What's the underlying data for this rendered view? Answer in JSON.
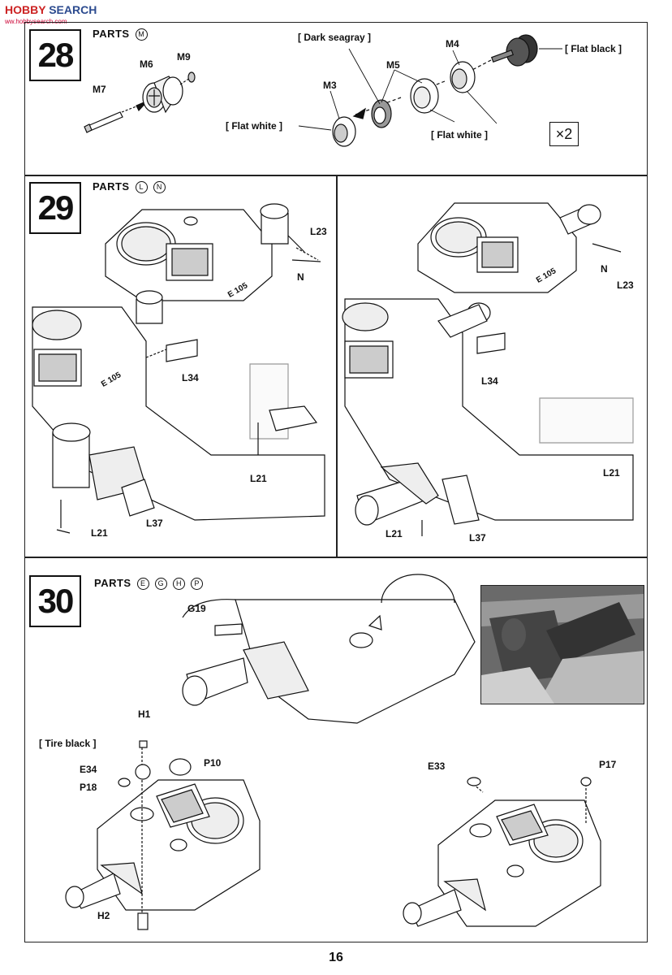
{
  "watermark": {
    "brand": "SEARCH",
    "prefix": "HOBBY",
    "sub": "ww.hobbysearch.com"
  },
  "page_number": "16",
  "steps": [
    {
      "number": "28",
      "parts_label": "PARTS",
      "parts_letters": [
        "M"
      ],
      "labels": {
        "m7": "M7",
        "m6": "M6",
        "m9": "M9",
        "m3": "M3",
        "m5": "M5",
        "m4": "M4",
        "dark_seagray": "[ Dark seagray ]",
        "flat_black": "[ Flat black ]",
        "flat_white_left": "[ Flat white ]",
        "flat_white_right": "[ Flat white ]"
      },
      "multiplier": "×2"
    },
    {
      "number": "29",
      "parts_label": "PARTS",
      "parts_letters": [
        "L",
        "N"
      ],
      "labels": {
        "l23_a": "L23",
        "n_a": "N",
        "l34_a": "L34",
        "l21_a": "L21",
        "l21_b": "L21",
        "l37_a": "L37",
        "n_b": "N",
        "l23_b": "L23",
        "l34_b": "L34",
        "l21_c": "L21",
        "l21_d": "L21",
        "l37_b": "L37"
      },
      "hull_markings": [
        "E 105",
        "E 105",
        "E 105"
      ]
    },
    {
      "number": "30",
      "parts_label": "PARTS",
      "parts_letters": [
        "E",
        "G",
        "H",
        "P"
      ],
      "labels": {
        "g19": "G19",
        "h1": "H1",
        "tire_black": "[ Tire black ]",
        "e34": "E34",
        "p10": "P10",
        "p18": "P18",
        "h2": "H2",
        "e33": "E33",
        "p17": "P17"
      }
    }
  ]
}
